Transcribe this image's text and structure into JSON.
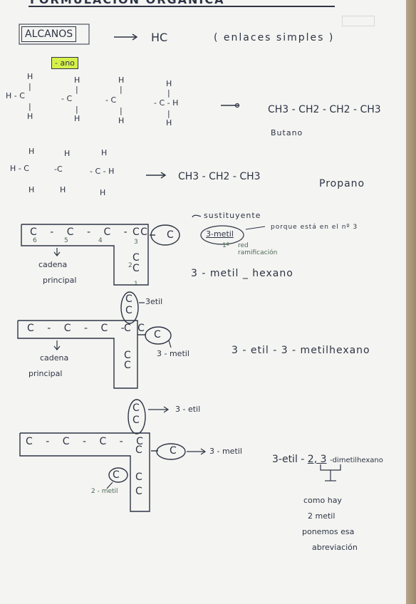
{
  "header": {
    "title": "FORMULACIÓN ORGÁNICA"
  },
  "alcanos": {
    "label": "ALCANOS",
    "formula": "HC",
    "note": "( enlaces simples )",
    "suffix": "- ano"
  },
  "butano": {
    "atoms": {
      "h": "H",
      "c": "C",
      "dash": "-",
      "bond": "|"
    },
    "condensed": "CH3 - CH2 - CH2 - CH3",
    "name": "Butano"
  },
  "propano": {
    "condensed": "CH3 - CH2 - CH3",
    "name": "Propano"
  },
  "example1": {
    "chain_top": "C - C - C - C",
    "chain_down": [
      "C",
      "C",
      "C"
    ],
    "branch": "C",
    "numbers_top": [
      "6",
      "5",
      "4",
      "3"
    ],
    "numbers_down": [
      "2",
      "1"
    ],
    "sustituyente": "sustituyente",
    "metil_box": "3-metil",
    "porque": "porque está en el nº 3",
    "nº_label": "1º",
    "red": "red",
    "ramificacion": "ramificación",
    "cadena_principal": [
      "cadena",
      "principal"
    ],
    "name": "3 - metil _ hexano"
  },
  "example2": {
    "chain_top": "C - C - C - C",
    "chain_down": [
      "C",
      "C",
      "C"
    ],
    "up_branch": [
      "C",
      "C"
    ],
    "branch_right": "C",
    "etil_label": "3etil",
    "metil_label": "3 - metil",
    "cadena_principal": [
      "cadena",
      "principal"
    ],
    "name": "3 - etil - 3 - metilhexano"
  },
  "example3": {
    "chain_top": "C - C - C - C",
    "chain_down": [
      "C",
      "C",
      "C"
    ],
    "up_branch": [
      "C",
      "C"
    ],
    "branch_right": "C",
    "branch_left": "C",
    "etil_label": "3 - etil",
    "metil_label": "3 - metil",
    "metil2_label": "2 - metil",
    "name_prefix": "3-etil -",
    "name_numbers": "2, 3",
    "name_suffix": "-dimetilhexano",
    "explanation": [
      "como hay",
      "2 metil",
      "ponemos esa",
      "abreviación"
    ]
  },
  "colors": {
    "ink": "#2d3444",
    "highlight": "#d6f04a",
    "green_ink": "#4d6a54",
    "paper": "#f4f4f2"
  }
}
